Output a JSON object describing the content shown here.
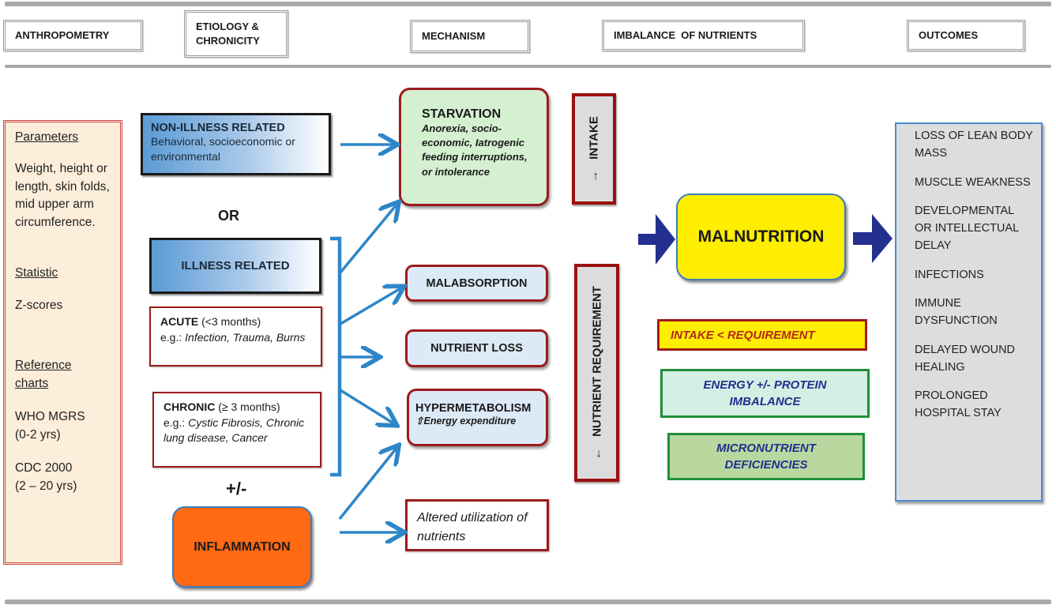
{
  "headers": {
    "anthropometry": "ANTHROPOMETRY",
    "etiology_line1": "ETIOLOGY &",
    "etiology_line2": "CHRONICITY",
    "mechanism": "MECHANISM",
    "imbalance": "IMBALANCE  OF NUTRIENTS",
    "outcomes": "OUTCOMES"
  },
  "anthropometry": {
    "parameters_heading": "Parameters",
    "parameters_text": "Weight, height or length, skin folds, mid upper arm circumference.",
    "statistic_heading": "Statistic",
    "statistic_text": "Z-scores",
    "reference_heading": "Reference charts",
    "reference_1_line1": "WHO MGRS",
    "reference_1_line2": "(0-2 yrs)",
    "reference_2_line1": "CDC 2000",
    "reference_2_line2": "(2 – 20 yrs)"
  },
  "etiology": {
    "non_illness_title": "NON-ILLNESS RELATED",
    "non_illness_desc": "Behavioral, socioeconomic or environmental",
    "or_label": "OR",
    "illness_title": "ILLNESS RELATED",
    "acute_title": "ACUTE",
    "acute_duration": " (<3 months)",
    "acute_eg": "e.g.: ",
    "acute_examples": "Infection, Trauma, Burns",
    "chronic_title": "CHRONIC",
    "chronic_duration": " (≥ 3 months)",
    "chronic_eg": "e.g.: ",
    "chronic_examples": "Cystic Fibrosis, Chronic lung disease, Cancer",
    "plus_minus": "+/-",
    "inflammation": "INFLAMMATION"
  },
  "mechanism": {
    "starvation_title": "STARVATION",
    "starvation_desc": "Anorexia, socio-economic, Iatrogenic feeding interruptions, or intolerance",
    "malabsorption": "MALABSORPTION",
    "nutrient_loss": "NUTRIENT LOSS",
    "hypermetabolism_title": "HYPERMETABOLISM",
    "hypermetabolism_arrow": "⇧",
    "hypermetabolism_desc": "Energy expenditure",
    "altered_utilization": "Altered utilization of nutrients"
  },
  "balance": {
    "intake_label": "INTAKE",
    "intake_arrow": "→",
    "requirement_label": "NUTRIENT REQUIREMENT",
    "requirement_arrow": "←"
  },
  "center": {
    "malnutrition": "MALNUTRITION"
  },
  "imbalance": {
    "intake_lt_requirement": "INTAKE < REQUIREMENT",
    "energy_protein": "ENERGY +/- PROTEIN IMBALANCE",
    "micronutrient": "MICRONUTRIENT DEFICIENCIES"
  },
  "outcomes": {
    "items": [
      "LOSS OF LEAN BODY MASS",
      "MUSCLE WEAKNESS",
      "DEVELOPMENTAL OR INTELLECTUAL DELAY",
      "INFECTIONS",
      "IMMUNE DYSFUNCTION",
      "DELAYED WOUND HEALING",
      "PROLONGED HOSPITAL STAY"
    ]
  },
  "colors": {
    "arrow_blue": "#2e86c8",
    "big_arrow_navy": "#24308f",
    "box_red": "#9b1b1b",
    "malnutrition_yellow": "#ffee00",
    "inflammation_orange": "#ff6a13",
    "starvation_green": "#d4f0d0",
    "mechanism_blue": "#dce9f7"
  }
}
